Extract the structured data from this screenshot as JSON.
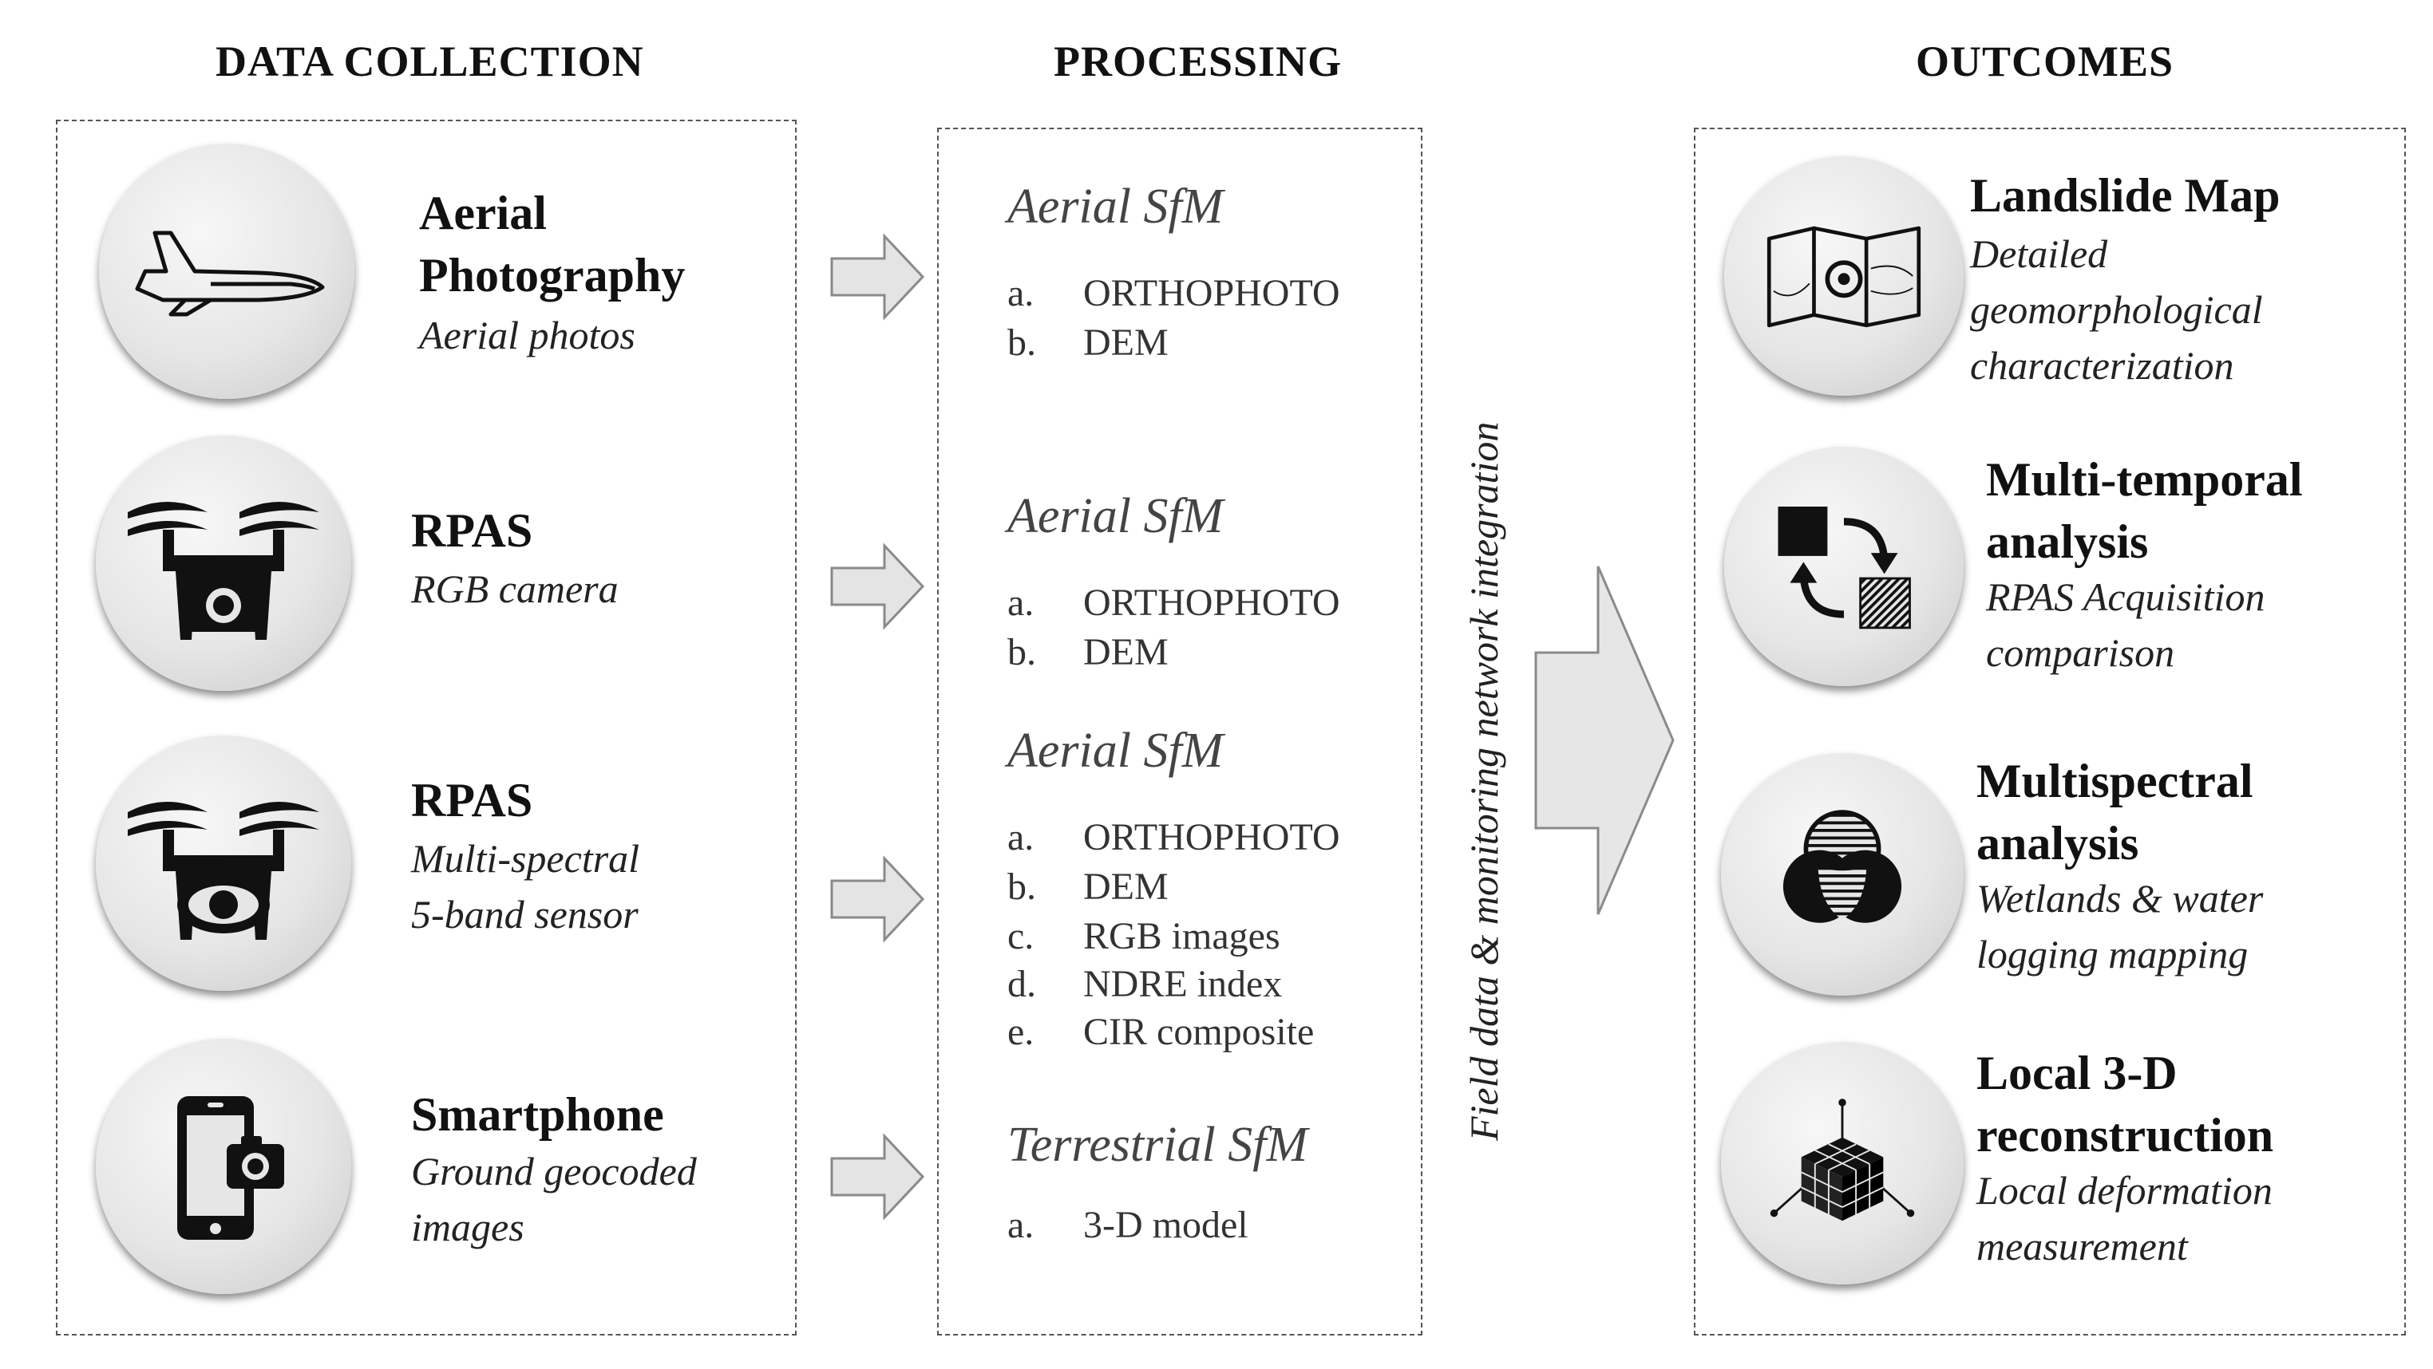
{
  "headers": {
    "data_collection": "DATA COLLECTION",
    "processing": "PROCESSING",
    "outcomes": "OUTCOMES"
  },
  "collection": [
    {
      "title_lines": [
        "Aerial",
        "Photography"
      ],
      "subtitle_lines": [
        "Aerial photos"
      ],
      "icon": "airplane-icon"
    },
    {
      "title_lines": [
        "RPAS"
      ],
      "subtitle_lines": [
        "RGB camera"
      ],
      "icon": "drone-camera-icon"
    },
    {
      "title_lines": [
        "RPAS"
      ],
      "subtitle_lines": [
        "Multi-spectral",
        "5-band sensor"
      ],
      "icon": "drone-eye-icon"
    },
    {
      "title_lines": [
        "Smartphone"
      ],
      "subtitle_lines": [
        "Ground geocoded",
        "images"
      ],
      "icon": "smartphone-camera-icon"
    }
  ],
  "processing": [
    {
      "title": "Aerial SfM",
      "items": [
        {
          "letter": "a.",
          "text": "ORTHOPHOTO"
        },
        {
          "letter": "b.",
          "text": "DEM"
        }
      ]
    },
    {
      "title": "Aerial SfM",
      "items": [
        {
          "letter": "a.",
          "text": "ORTHOPHOTO"
        },
        {
          "letter": "b.",
          "text": "DEM"
        }
      ]
    },
    {
      "title": "Aerial SfM",
      "items": [
        {
          "letter": "a.",
          "text": "ORTHOPHOTO"
        },
        {
          "letter": "b.",
          "text": "DEM"
        },
        {
          "letter": "c.",
          "text": "RGB images"
        },
        {
          "letter": "d.",
          "text": "NDRE index"
        },
        {
          "letter": "e.",
          "text": "CIR composite"
        }
      ]
    },
    {
      "title": "Terrestrial SfM",
      "items": [
        {
          "letter": "a.",
          "text": "3-D model"
        }
      ]
    }
  ],
  "integration_label": "Field data & monitoring network integration",
  "outcomes": [
    {
      "title_lines": [
        "Landslide Map"
      ],
      "subtitle_lines": [
        "Detailed",
        "geomorphological",
        "characterization"
      ],
      "icon": "map-icon"
    },
    {
      "title_lines": [
        "Multi-temporal",
        "analysis"
      ],
      "subtitle_lines": [
        "RPAS Acquisition",
        "comparison"
      ],
      "icon": "squares-swap-icon"
    },
    {
      "title_lines": [
        "Multispectral",
        "analysis"
      ],
      "subtitle_lines": [
        "Wetlands & water",
        "logging mapping"
      ],
      "icon": "venn-icon"
    },
    {
      "title_lines": [
        "Local 3-D",
        "reconstruction"
      ],
      "subtitle_lines": [
        "Local deformation",
        "measurement"
      ],
      "icon": "cube-icon"
    }
  ]
}
